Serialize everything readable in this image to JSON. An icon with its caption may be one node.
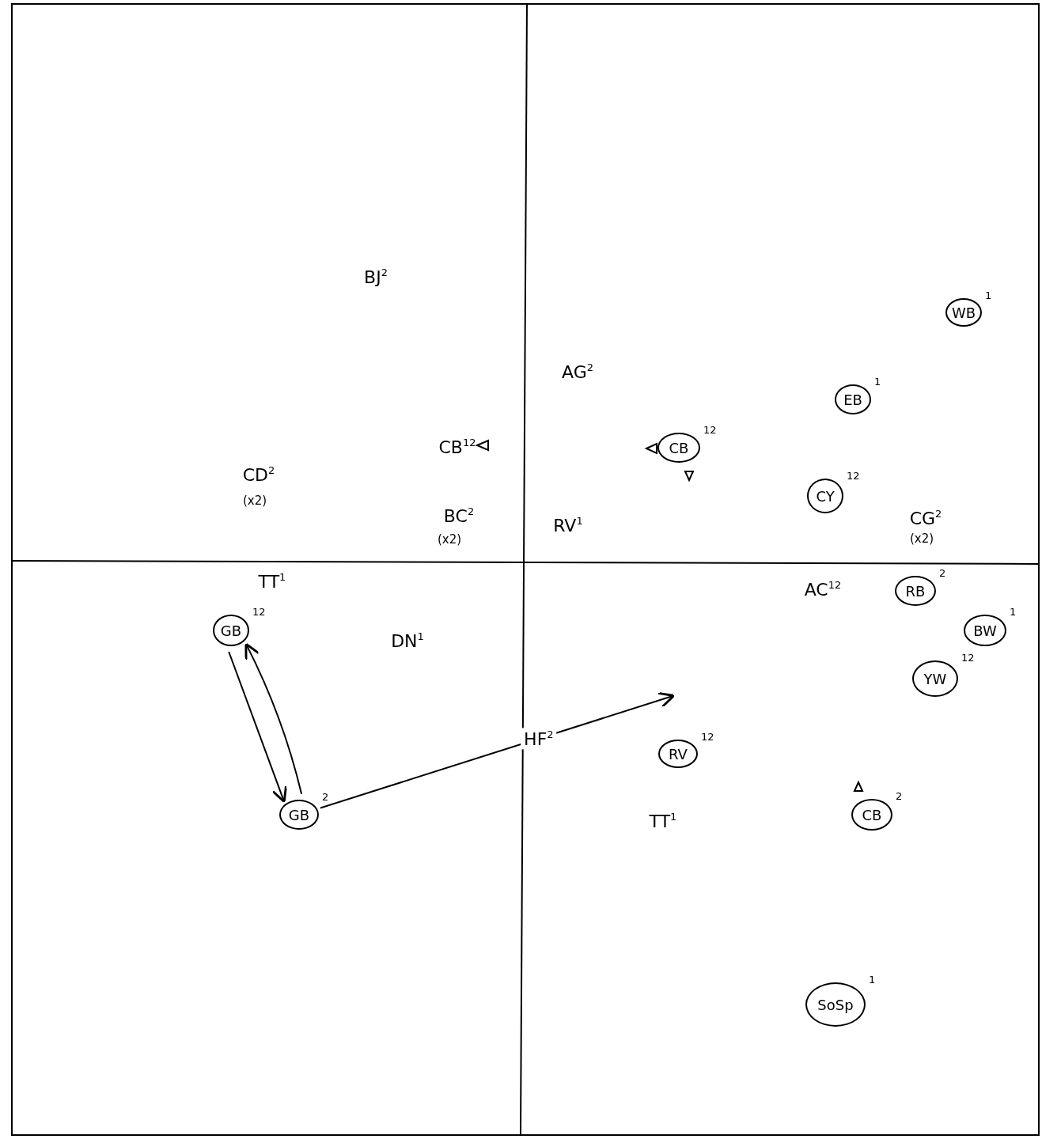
{
  "diagram": {
    "nodes": [
      {
        "text": [
          "WB"
        ],
        "beside": [
          "1"
        ]
      },
      {
        "text": [
          "EB"
        ],
        "beside": [
          "1"
        ]
      },
      {
        "text": [
          "CB"
        ],
        "beside": [
          "12"
        ]
      },
      {
        "text": [
          "CY"
        ],
        "beside": [
          "12"
        ]
      },
      {
        "text": [
          "RB"
        ],
        "beside": [
          "2"
        ]
      },
      {
        "text": [
          "GB"
        ],
        "beside": [
          "12"
        ]
      },
      {
        "text": [
          "BW"
        ],
        "beside": [
          "1"
        ]
      },
      {
        "text": [
          "YW"
        ],
        "beside": [
          "12"
        ]
      },
      {
        "text": [
          "RV"
        ],
        "beside": [
          "12"
        ]
      },
      {
        "text": [
          "GB"
        ],
        "beside": [
          "2"
        ]
      },
      {
        "text": [
          "CB"
        ],
        "beside": [
          "2"
        ]
      },
      {
        "text": [
          "SoSp"
        ],
        "beside": [
          "1"
        ]
      }
    ],
    "edges": [
      {
        "from": 5,
        "to": 9,
        "arrow": "to"
      },
      {
        "from": 9,
        "to": 5,
        "arrow": "to"
      },
      {
        "from": 9,
        "to": null,
        "arrow": "to",
        "label": "HF$^{2}$"
      }
    ],
    "labels": [
      "BJ$^{2}$",
      "AG$^{2}$",
      "CB$^{12}$",
      "CD$^{2}$",
      "(x2)",
      "BC$^{2}$",
      "(x2)",
      "RV$^{1}$",
      "CG$^{2}$",
      "(x2)",
      "TT$^{1}$",
      "AC$^{12}$",
      "DN$^{1}$",
      "TT$^{1}$"
    ]
  }
}
